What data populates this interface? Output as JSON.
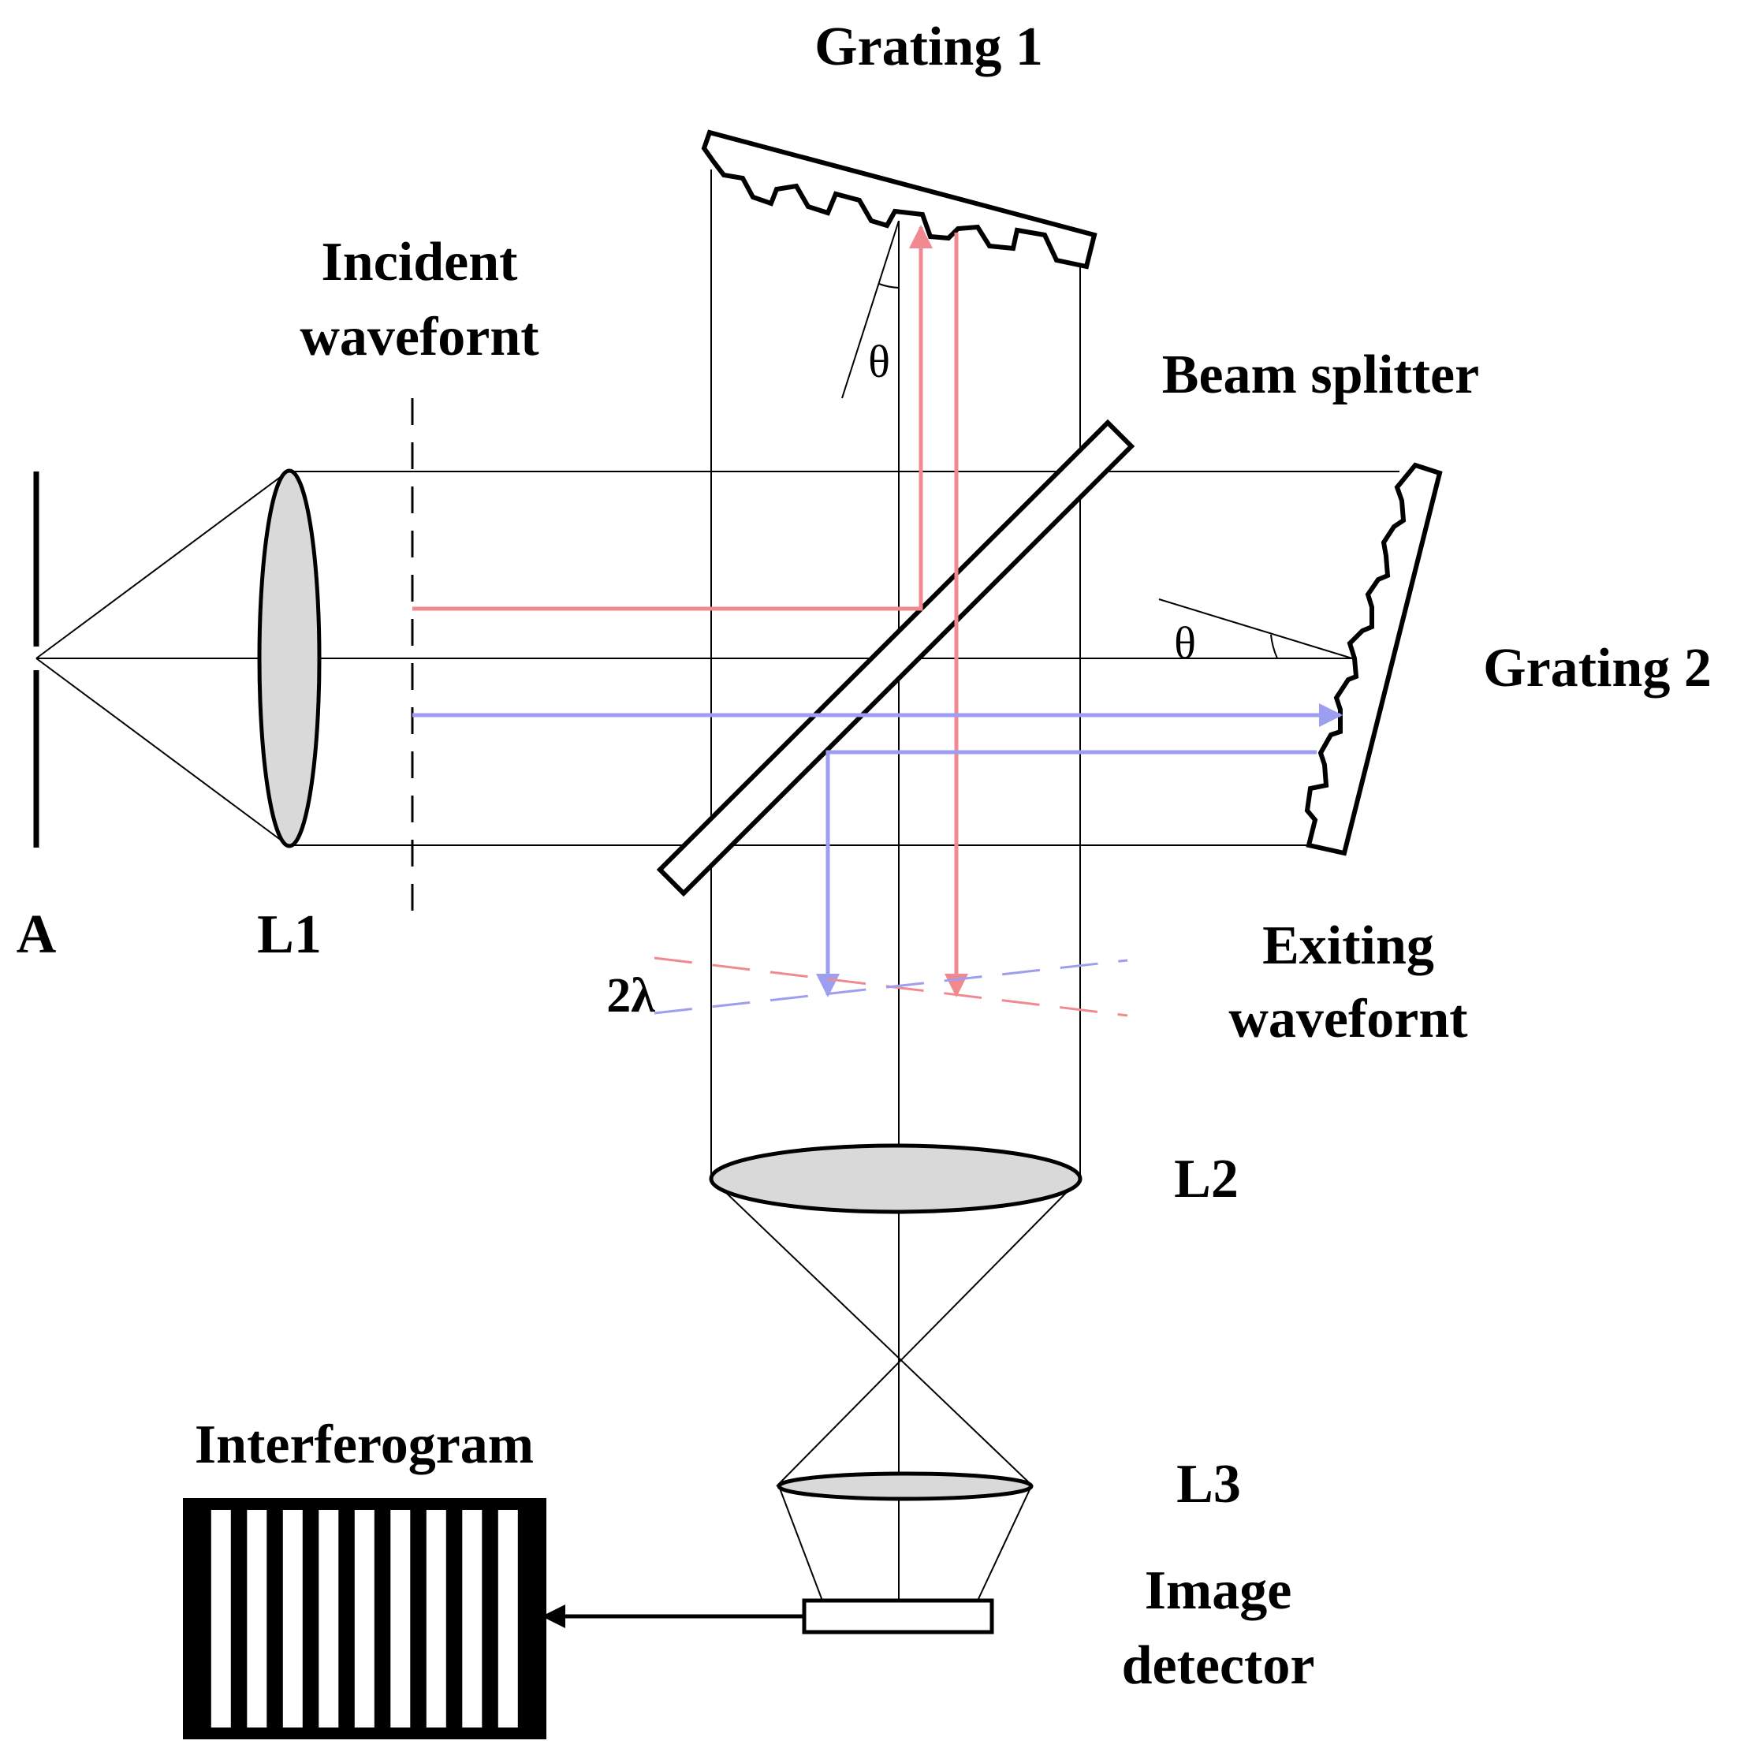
{
  "labels": {
    "grating1": "Grating 1",
    "incident_line1": "Incident",
    "incident_line2": "wavefornt",
    "beam_splitter": "Beam splitter",
    "theta1": "θ",
    "theta2": "θ",
    "grating2": "Grating 2",
    "point_a": "A",
    "lens1": "L1",
    "exiting_line1": "Exiting",
    "exiting_line2": "wavefornt",
    "two_lambda": "2λ",
    "lens2": "L2",
    "lens3": "L3",
    "interferogram": "Interferogram",
    "detector_line1": "Image",
    "detector_line2": "detector"
  },
  "colors": {
    "red_beam": "#f08a90",
    "blue_beam": "#9e9ef0",
    "lens_fill": "#d9d9d9",
    "line": "#000000"
  },
  "interferogram": {
    "fringe_count": 10
  }
}
